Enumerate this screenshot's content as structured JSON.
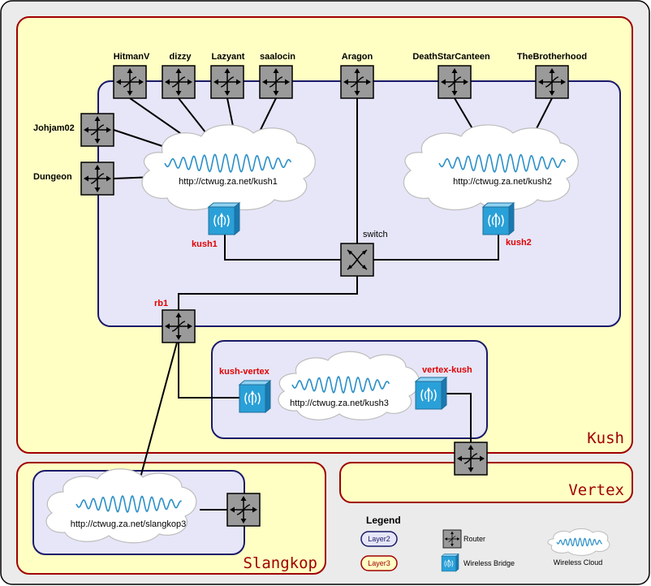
{
  "zones": {
    "kush": "Kush",
    "vertex": "Vertex",
    "slangkop": "Slangkop"
  },
  "routers": {
    "hitmanv": "HitmanV",
    "dizzy": "dizzy",
    "lazyant": "Lazyant",
    "saalocin": "saalocin",
    "aragon": "Aragon",
    "deathstarcanteen": "DeathStarCanteen",
    "thebrotherhood": "TheBrotherhood",
    "johjam02": "Johjam02",
    "dungeon": "Dungeon",
    "rb1": "rb1"
  },
  "clouds": {
    "kush1": "http://ctwug.za.net/kush1",
    "kush2": "http://ctwug.za.net/kush2",
    "kush3": "http://ctwug.za.net/kush3",
    "slangkop3": "http://ctwug.za.net/slangkop3"
  },
  "bridges": {
    "kush1": "kush1",
    "kush2": "kush2",
    "kush_vertex": "kush-vertex",
    "vertex_kush": "vertex-kush"
  },
  "switch_label": "switch",
  "legend": {
    "title": "Legend",
    "layer2": "Layer2",
    "layer3": "Layer3",
    "router": "Router",
    "wireless_bridge": "Wireless Bridge",
    "wireless_cloud": "Wireless Cloud"
  },
  "colors": {
    "background": "#ebebeb",
    "layer3_fill": "#ffffc4",
    "layer3_border": "#a00000",
    "layer2_fill": "#e6e6f8",
    "layer2_border": "#1a1a6a",
    "router_fill": "#9a9a9a",
    "bridge_fill": "#2aa0d8",
    "wave": "#2a8fc8",
    "red_label": "#e00000"
  }
}
